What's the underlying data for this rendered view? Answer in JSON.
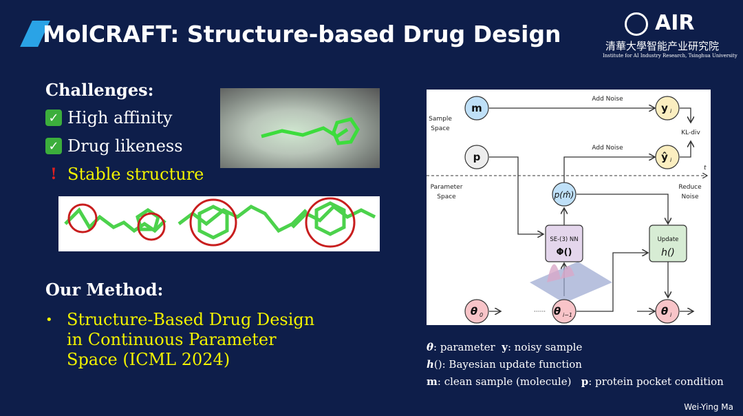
{
  "title": "MolCRAFT: Structure-based Drug Design",
  "logo": {
    "brand": "AIR",
    "cn": "清華大學智能产业研究院",
    "en": "Institute for AI Industry Research, Tsinghua University"
  },
  "challenges": {
    "heading": "Challenges:",
    "items": [
      {
        "icon": "check-icon",
        "label": "High affinity"
      },
      {
        "icon": "check-icon",
        "label": "Drug likeness"
      },
      {
        "icon": "exclamation-icon",
        "label": "Stable structure"
      }
    ]
  },
  "method": {
    "heading": "Our Method:",
    "bullet": "Structure-Based Drug Design in Continuous Parameter Space (ICML 2024)",
    "lines": [
      "Structure-Based Drug Design",
      "in Continuous Parameter",
      "Space (ICML 2024)"
    ]
  },
  "diagram": {
    "sample_space": [
      "Sample",
      "Space"
    ],
    "parameter_space": [
      "Parameter",
      "Space"
    ],
    "add_noise_1": "Add Noise",
    "add_noise_2": "Add Noise",
    "kl_div": "KL-div",
    "t": "t",
    "reduce_noise": [
      "Reduce",
      "Noise"
    ],
    "nodes": {
      "m": "m",
      "p": "p",
      "y": "y",
      "yhat": "ŷ",
      "pm": "p(m̂)",
      "theta0": "θ",
      "theta_prev": "θ",
      "theta_i": "θ"
    },
    "subs": {
      "y": "i",
      "yhat": "i",
      "theta0": "0",
      "theta_prev": "i−1",
      "theta_i": "i"
    },
    "se3_label": "SE-(3) NN",
    "se3_fn": "Φ()",
    "update_label": "Update",
    "update_fn": "h()",
    "dots": "······"
  },
  "legend": [
    [
      {
        "k": "θ",
        "v": ": parameter"
      },
      {
        "k": "y",
        "v": ": noisy sample"
      }
    ],
    [
      {
        "k": "h",
        "v": "(): Bayesian update function"
      }
    ],
    [
      {
        "k": "m",
        "v": ": clean sample (molecule)"
      },
      {
        "k": "p",
        "v": ": protein pocket condition"
      }
    ]
  ],
  "author": "Wei-Ying Ma",
  "colors": {
    "bg": "#0e1e4a",
    "accent": "#2aa3e6",
    "yellow": "#f2f200"
  }
}
